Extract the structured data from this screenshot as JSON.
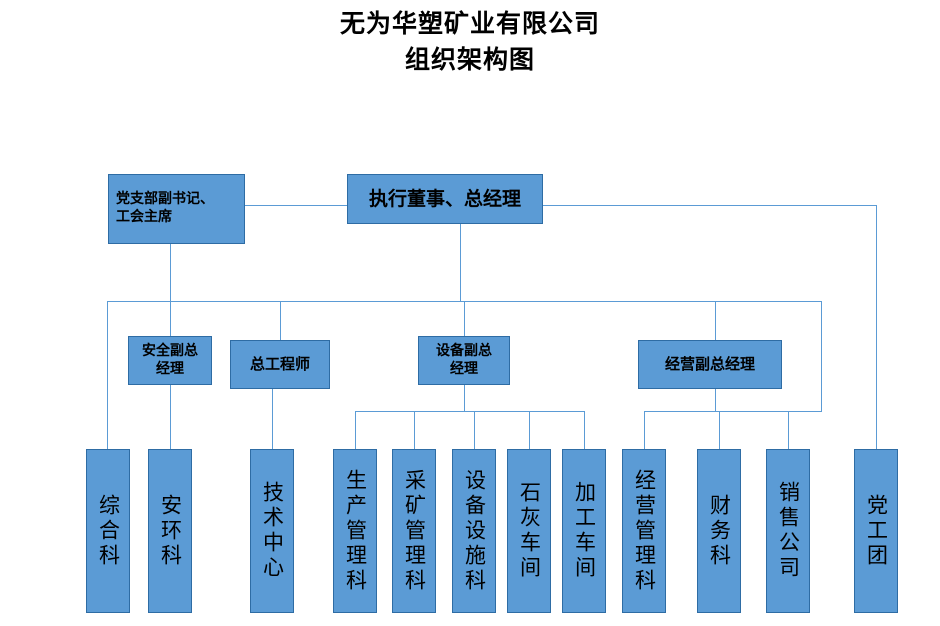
{
  "title": {
    "line1": "无为华塑矿业有限公司",
    "line2": "组织架构图"
  },
  "colors": {
    "node_fill": "#5b9bd5",
    "node_border": "#2e6ca4",
    "connector": "#5b9bd5",
    "text": "#000000",
    "background": "#ffffff"
  },
  "nodes": {
    "ceo": {
      "label": "执行董事、总经理"
    },
    "party_secretary": {
      "label": "党支部副书记、\n工会主席",
      "line1": "党支部副书记、",
      "line2": "工会主席"
    },
    "vp_safety": {
      "label": "安全副总\n经理",
      "line1": "安全副总",
      "line2": "经理"
    },
    "chief_engineer": {
      "label": "总工程师"
    },
    "vp_equipment": {
      "label": "设备副总\n经理",
      "line1": "设备副总",
      "line2": "经理"
    },
    "vp_operations": {
      "label": "经营副总经理"
    }
  },
  "departments": [
    {
      "id": "comprehensive-section",
      "label": "综合科",
      "parent": "party_secretary"
    },
    {
      "id": "safety-environment-section",
      "label": "安环科",
      "parent": "party_secretary"
    },
    {
      "id": "technology-center",
      "label": "技术中心",
      "parent": "chief_engineer"
    },
    {
      "id": "production-management-section",
      "label": "生产管理科",
      "parent": "vp_equipment"
    },
    {
      "id": "mining-management-section",
      "label": "采矿管理科",
      "parent": "vp_equipment"
    },
    {
      "id": "equipment-facilities-section",
      "label": "设备设施科",
      "parent": "vp_equipment"
    },
    {
      "id": "lime-workshop",
      "label": "石灰车间",
      "parent": "vp_equipment"
    },
    {
      "id": "processing-workshop",
      "label": "加工车间",
      "parent": "vp_equipment"
    },
    {
      "id": "operations-management-section",
      "label": "经营管理科",
      "parent": "vp_operations"
    },
    {
      "id": "finance-section",
      "label": "财务科",
      "parent": "vp_operations"
    },
    {
      "id": "sales-company",
      "label": "销售公司",
      "parent": "vp_operations"
    },
    {
      "id": "party-union-youth-league",
      "label": "党工团",
      "parent": "ceo"
    }
  ]
}
